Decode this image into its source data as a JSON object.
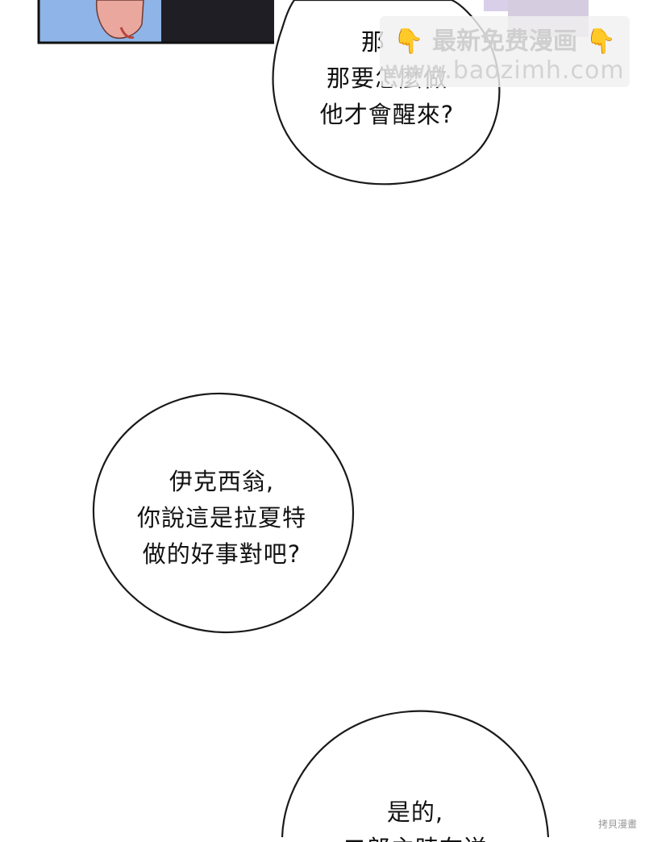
{
  "bubbles": {
    "bubble1": {
      "lines": [
        "那",
        "那要怎麼做",
        "他才會醒來?"
      ]
    },
    "bubble2": {
      "lines": [
        "伊克西翁,",
        "你說這是拉夏特",
        "做的好事對吧?"
      ]
    },
    "bubble3": {
      "lines": [
        "是的,",
        "二郎主時在送"
      ]
    }
  },
  "watermark": {
    "line1": "最新免费漫画",
    "hand_icon": "pointing-down-hand-icon",
    "line2": "www.baozimh.com"
  },
  "corner_mark": "拷貝漫畫",
  "colors": {
    "sky_blue": "#8fb4e8",
    "skin": "#e9a79d",
    "dark_suit": "#1f1e24",
    "bubble_outline": "#1a1a1a",
    "watermark_hand": "#f2b22c"
  }
}
